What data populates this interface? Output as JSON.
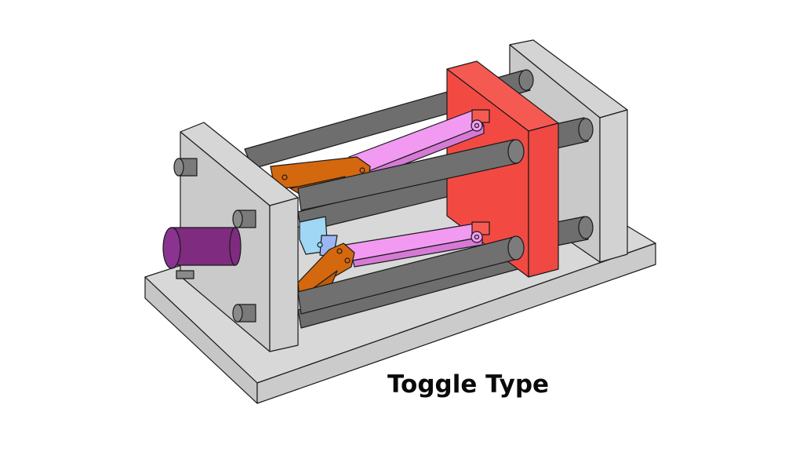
{
  "diagram": {
    "caption": "Toggle Type",
    "subject": "Toggle-type clamping unit",
    "components": [
      {
        "name": "base-plate",
        "color": "#cfcfcf"
      },
      {
        "name": "rear-platen",
        "color": "#cdcdcd"
      },
      {
        "name": "stationary-platen",
        "color": "#cdcdcd"
      },
      {
        "name": "moving-platen",
        "color": "#f24a43"
      },
      {
        "name": "tie-bars",
        "color": "#707070"
      },
      {
        "name": "toggle-links-front",
        "color": "#d4680f"
      },
      {
        "name": "toggle-links-rear",
        "color": "#f29af2"
      },
      {
        "name": "crosshead",
        "color": "#9fd7f5"
      },
      {
        "name": "hydraulic-cylinder",
        "color": "#7e2b80"
      }
    ]
  }
}
